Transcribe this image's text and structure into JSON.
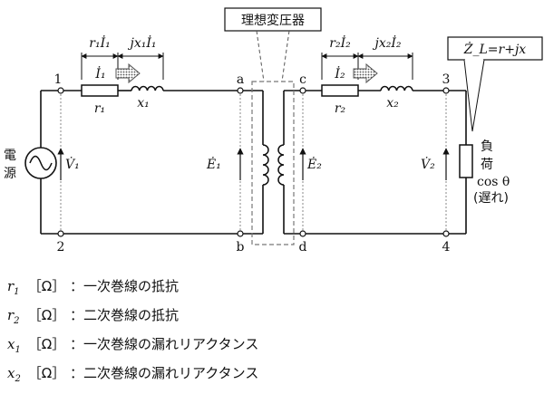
{
  "diagram": {
    "transformer_title": "理想変圧器",
    "drop_r1": "r₁İ₁",
    "drop_x1": "jx₁İ₁",
    "drop_r2": "r₂İ₂",
    "drop_x2": "jx₂İ₂",
    "load_impedance": "Ż_L=r+jx",
    "current_1": "İ₁",
    "current_2": "İ₂",
    "resistor_1": "r₁",
    "reactor_1": "x₁",
    "resistor_2": "r₂",
    "reactor_2": "x₂",
    "node_1": "1",
    "node_2": "2",
    "node_3": "3",
    "node_4": "4",
    "node_a": "a",
    "node_b": "b",
    "node_c": "c",
    "node_d": "d",
    "voltage_v1": "V̇₁",
    "voltage_e1": "Ė₁",
    "voltage_e2": "Ė₂",
    "voltage_v2": "V̇₂",
    "source_char_1": "電",
    "source_char_2": "源",
    "load_char_1": "負",
    "load_char_2": "荷",
    "load_pf": "cos θ",
    "load_lag": "(遅れ)"
  },
  "legend": [
    {
      "symbol": "r",
      "sub": "1",
      "unit": "［Ω］",
      "desc": "：一次巻線の抵抗"
    },
    {
      "symbol": "r",
      "sub": "2",
      "unit": "［Ω］",
      "desc": "：二次巻線の抵抗"
    },
    {
      "symbol": "x",
      "sub": "1",
      "unit": "［Ω］",
      "desc": "：一次巻線の漏れリアクタンス"
    },
    {
      "symbol": "x",
      "sub": "2",
      "unit": "［Ω］",
      "desc": "：二次巻線の漏れリアクタンス"
    }
  ]
}
